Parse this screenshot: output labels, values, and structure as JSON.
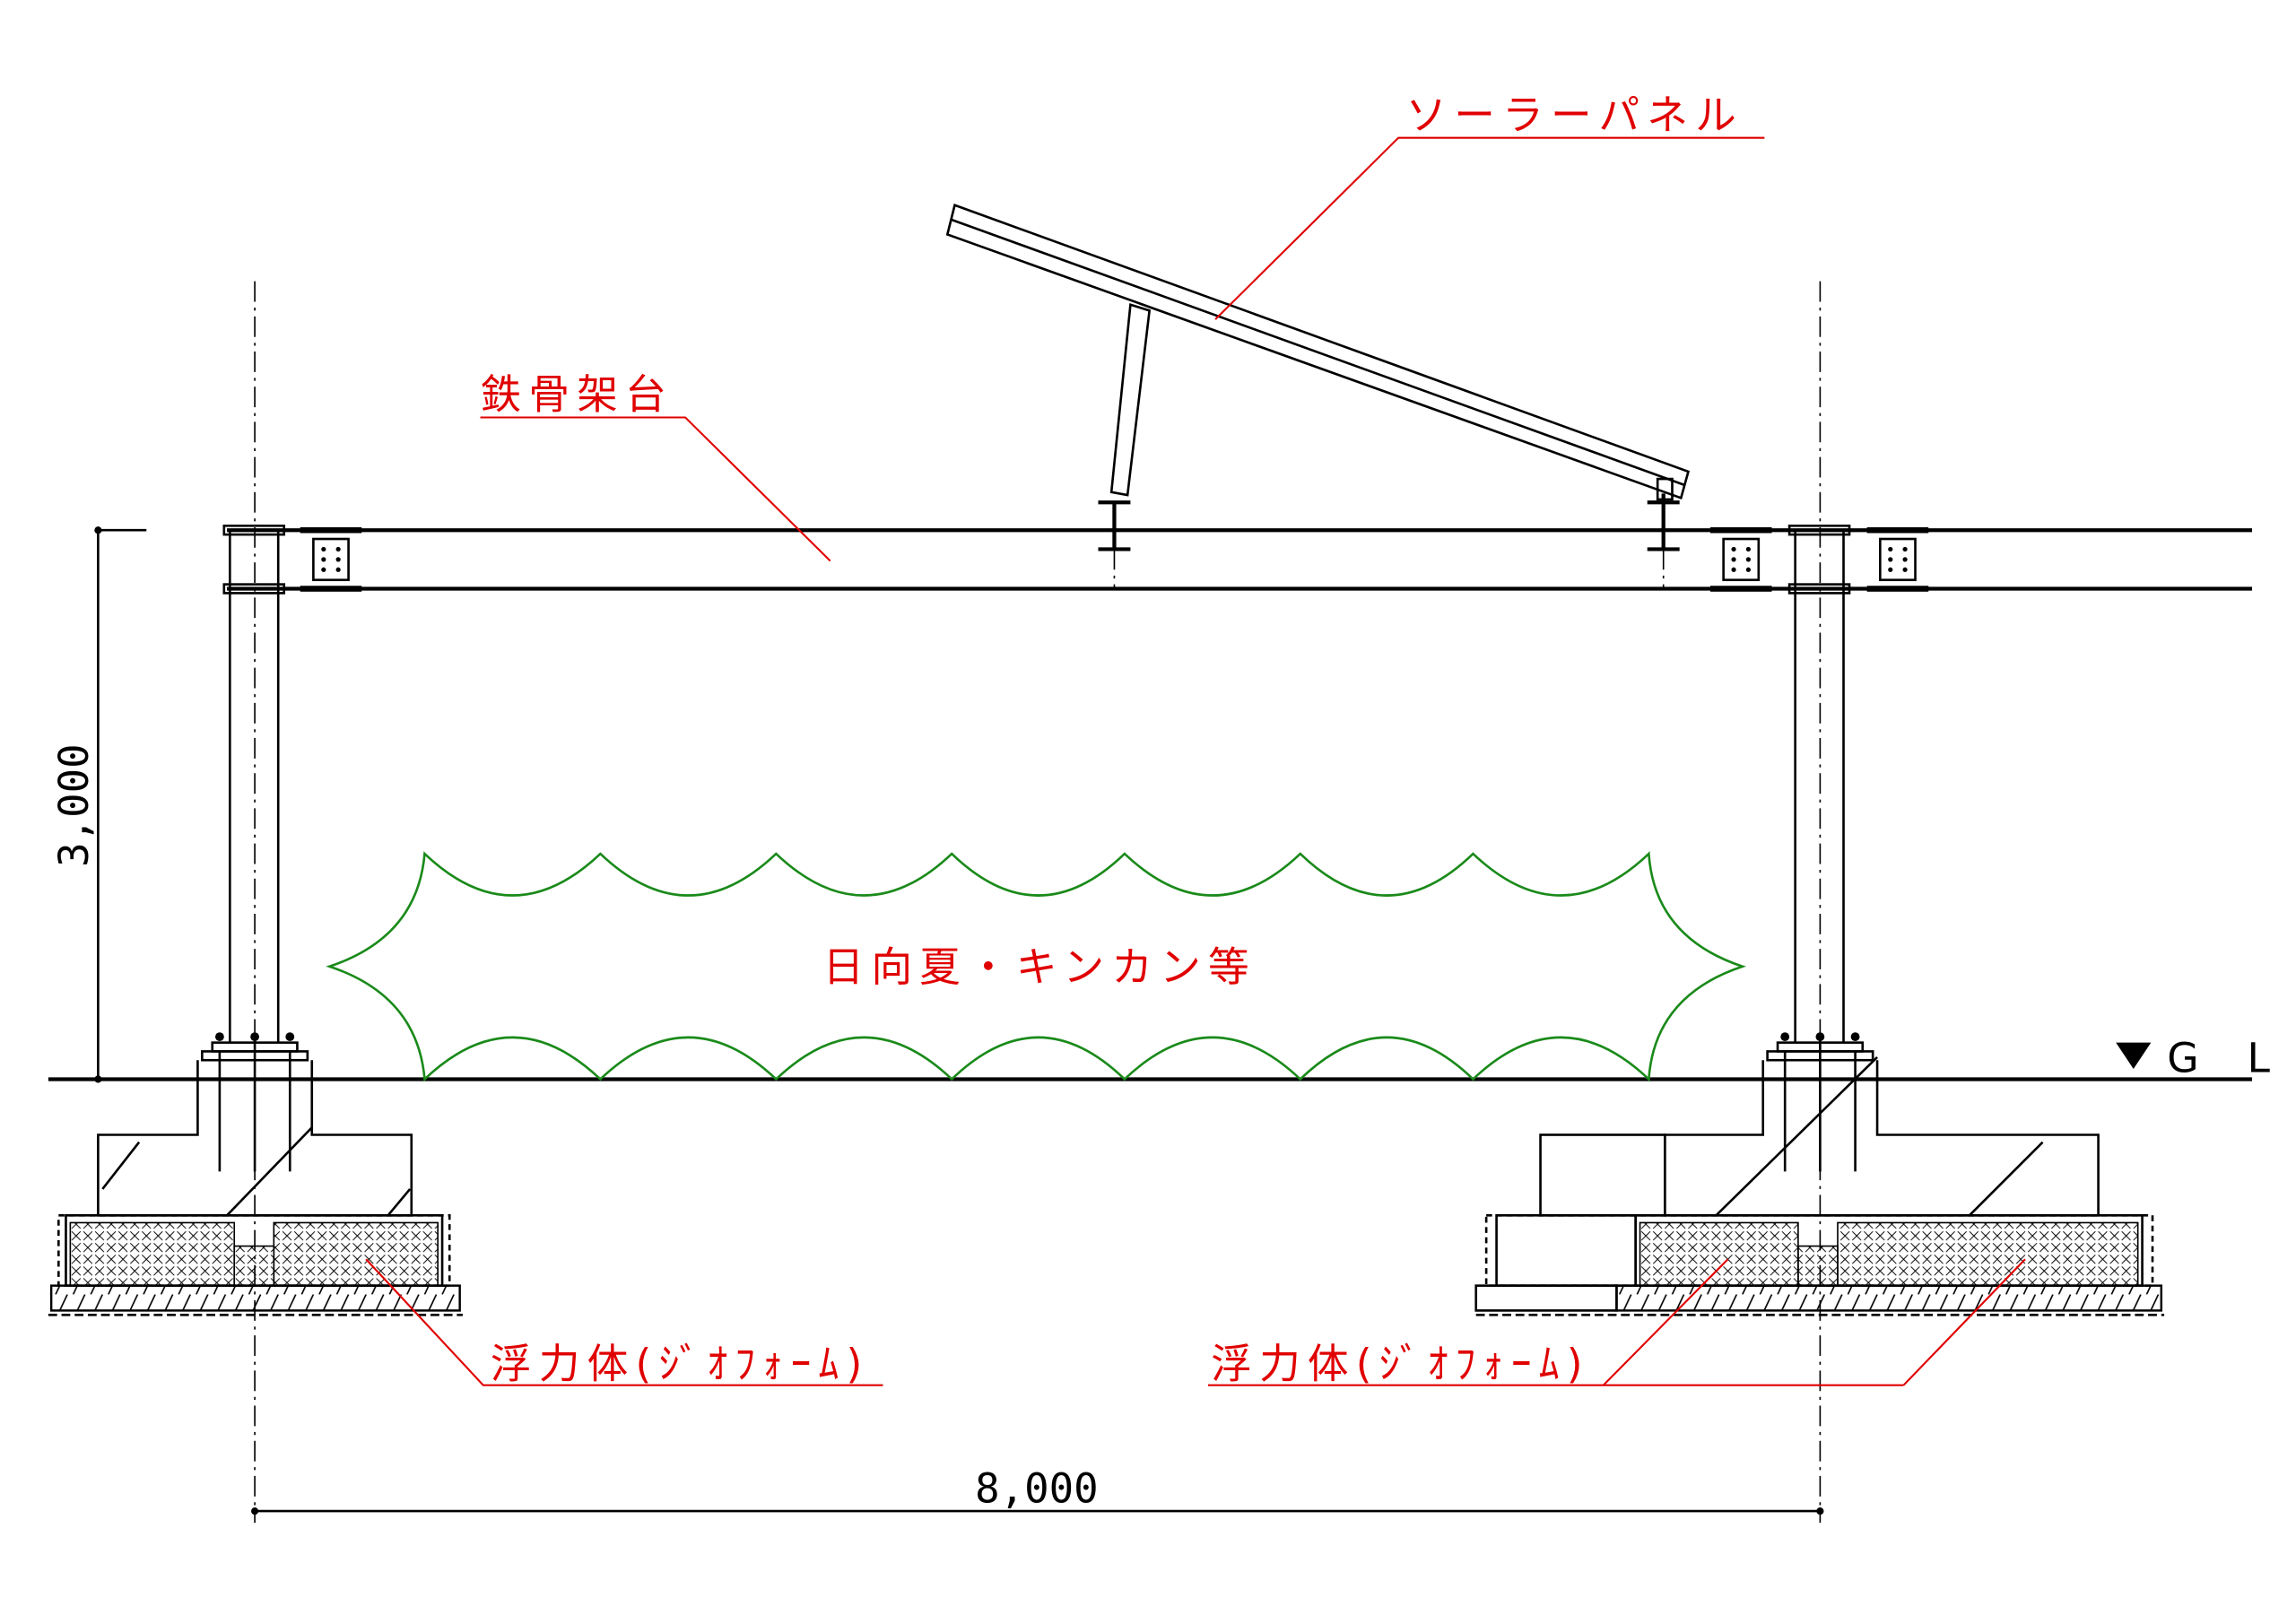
{
  "labels": {
    "solar_panel": "ソーラーパネル",
    "steel_frame": "鉄骨架台",
    "plants": "日向夏・キンカン等",
    "float_left": "浮力体(ｼﾞｵﾌｫｰﾑ)",
    "float_right": "浮力体(ｼﾞｵﾌｫｰﾑ)",
    "ground_level": "G L"
  },
  "dimensions": {
    "height": "3,000",
    "span": "8,000"
  },
  "colors": {
    "annotation": "#e00000",
    "vegetation": "#1a8a1a",
    "lines": "#000000"
  }
}
